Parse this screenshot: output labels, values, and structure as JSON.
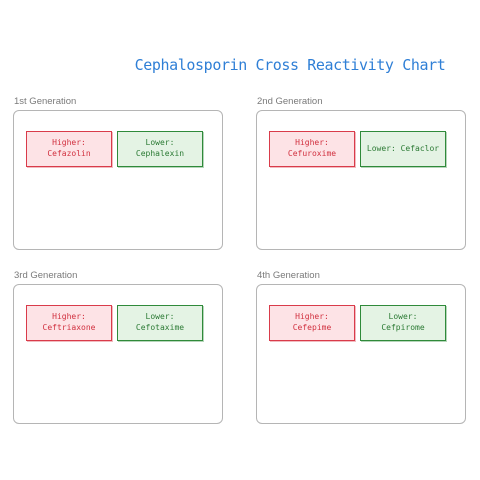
{
  "title": "Cephalosporin Cross Reactivity Chart",
  "colors": {
    "title": "#2f7fd6",
    "higher_fill": "#fde3e6",
    "higher_stroke": "#d93b4a",
    "lower_fill": "#e4f3e4",
    "lower_stroke": "#2f8a3a",
    "panel_border": "#b5b5b5"
  },
  "generations": [
    {
      "label": "1st Generation",
      "higher": "Higher:\nCefazolin",
      "lower": "Lower:\nCephalexin"
    },
    {
      "label": "2nd Generation",
      "higher": "Higher:\nCefuroxime",
      "lower": "Lower: Cefaclor"
    },
    {
      "label": "3rd Generation",
      "higher": "Higher:\nCeftriaxone",
      "lower": "Lower:\nCefotaxime"
    },
    {
      "label": "4th Generation",
      "higher": "Higher: Cefepime",
      "lower": "Lower:\nCefpirome"
    }
  ]
}
